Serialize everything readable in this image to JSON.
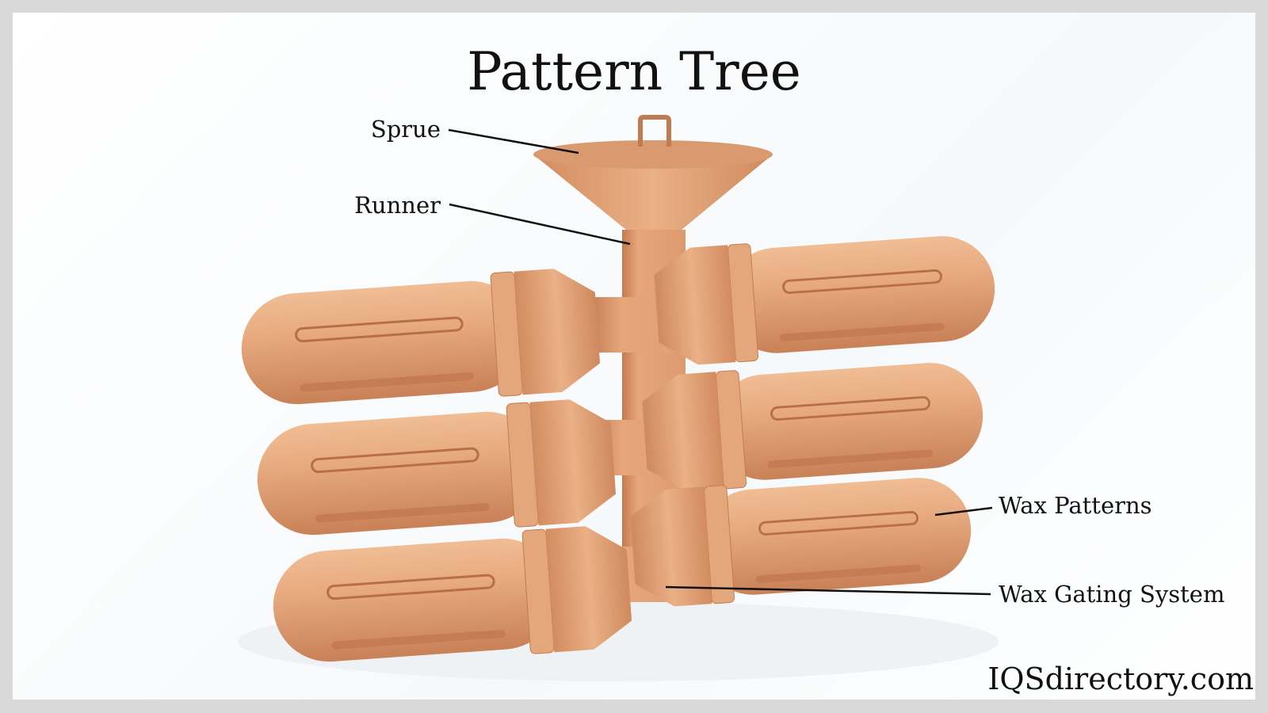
{
  "title": "Pattern Tree",
  "labels": {
    "sprue": "Sprue",
    "runner": "Runner",
    "wax_patterns": "Wax Patterns",
    "wax_gating_system": "Wax Gating System"
  },
  "brand": "IQSdirectory.com",
  "colors": {
    "wax": "#e2a377",
    "wax_dark": "#b9744a",
    "border": "#d9d9d9"
  }
}
